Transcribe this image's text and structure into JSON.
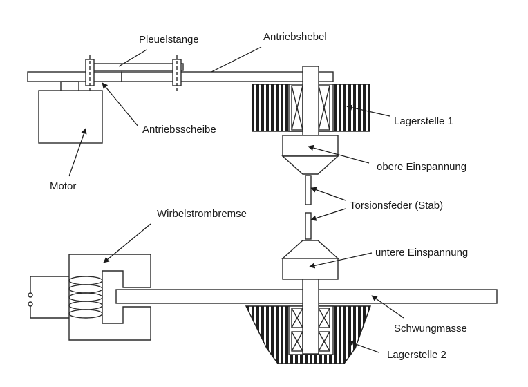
{
  "labels": {
    "pleuelstange": "Pleuelstange",
    "antriebshebel": "Antriebshebel",
    "antriebsscheibe": "Antriebsscheibe",
    "motor": "Motor",
    "lagerstelle1": "Lagerstelle 1",
    "obere_einspannung": "obere Einspannung",
    "torsionsfeder": "Torsionsfeder (Stab)",
    "wirbelstrombremse": "Wirbelstrombremse",
    "untere_einspannung": "untere Einspannung",
    "schwungmasse": "Schwungmasse",
    "lagerstelle2": "Lagerstelle 2"
  },
  "colors": {
    "line": "#2a2a2a",
    "hatch": "#1e1e1e"
  }
}
